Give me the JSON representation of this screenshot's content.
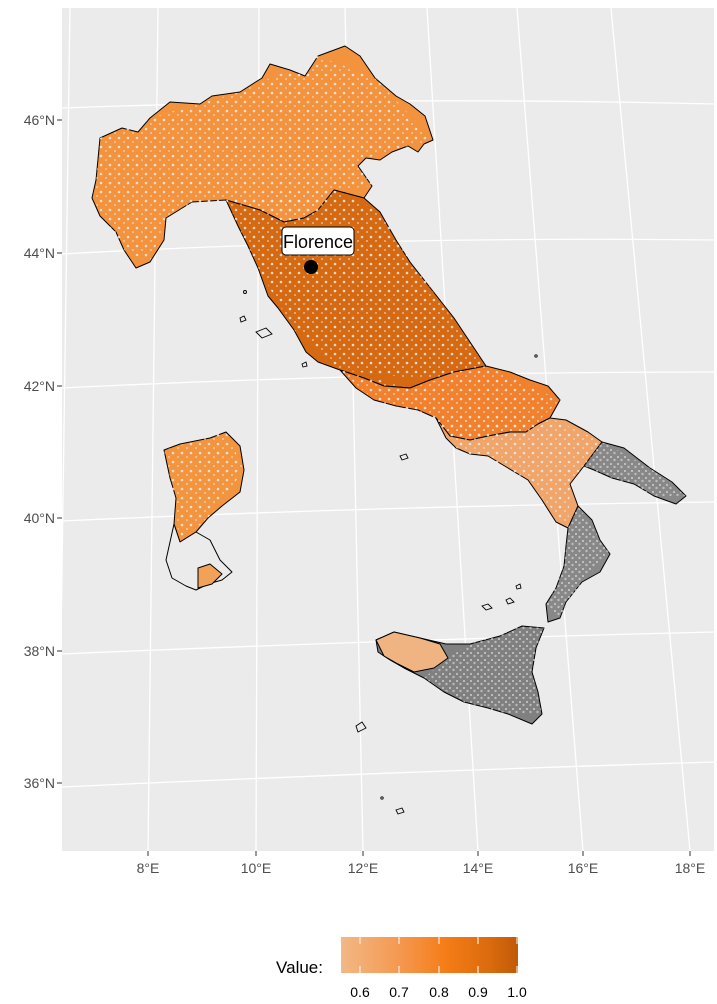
{
  "map": {
    "panel_bg": "#ebebeb",
    "grid_color": "#ffffff",
    "lat_labels": [
      "46°N",
      "44°N",
      "42°N",
      "40°N",
      "38°N",
      "36°N"
    ],
    "lon_labels": [
      "8°E",
      "10°E",
      "12°E",
      "14°E",
      "16°E",
      "18°E"
    ],
    "callout": {
      "label": "Florence"
    },
    "legend": {
      "title": "Value:",
      "ticks": [
        "0.6",
        "0.7",
        "0.8",
        "0.9",
        "1.0"
      ],
      "range": [
        0.55,
        1.0
      ],
      "colors": [
        "#f2b885",
        "#f59850",
        "#f57c16",
        "#d96a0d",
        "#c05a07"
      ]
    },
    "missing_color": "#7f7f7f"
  }
}
